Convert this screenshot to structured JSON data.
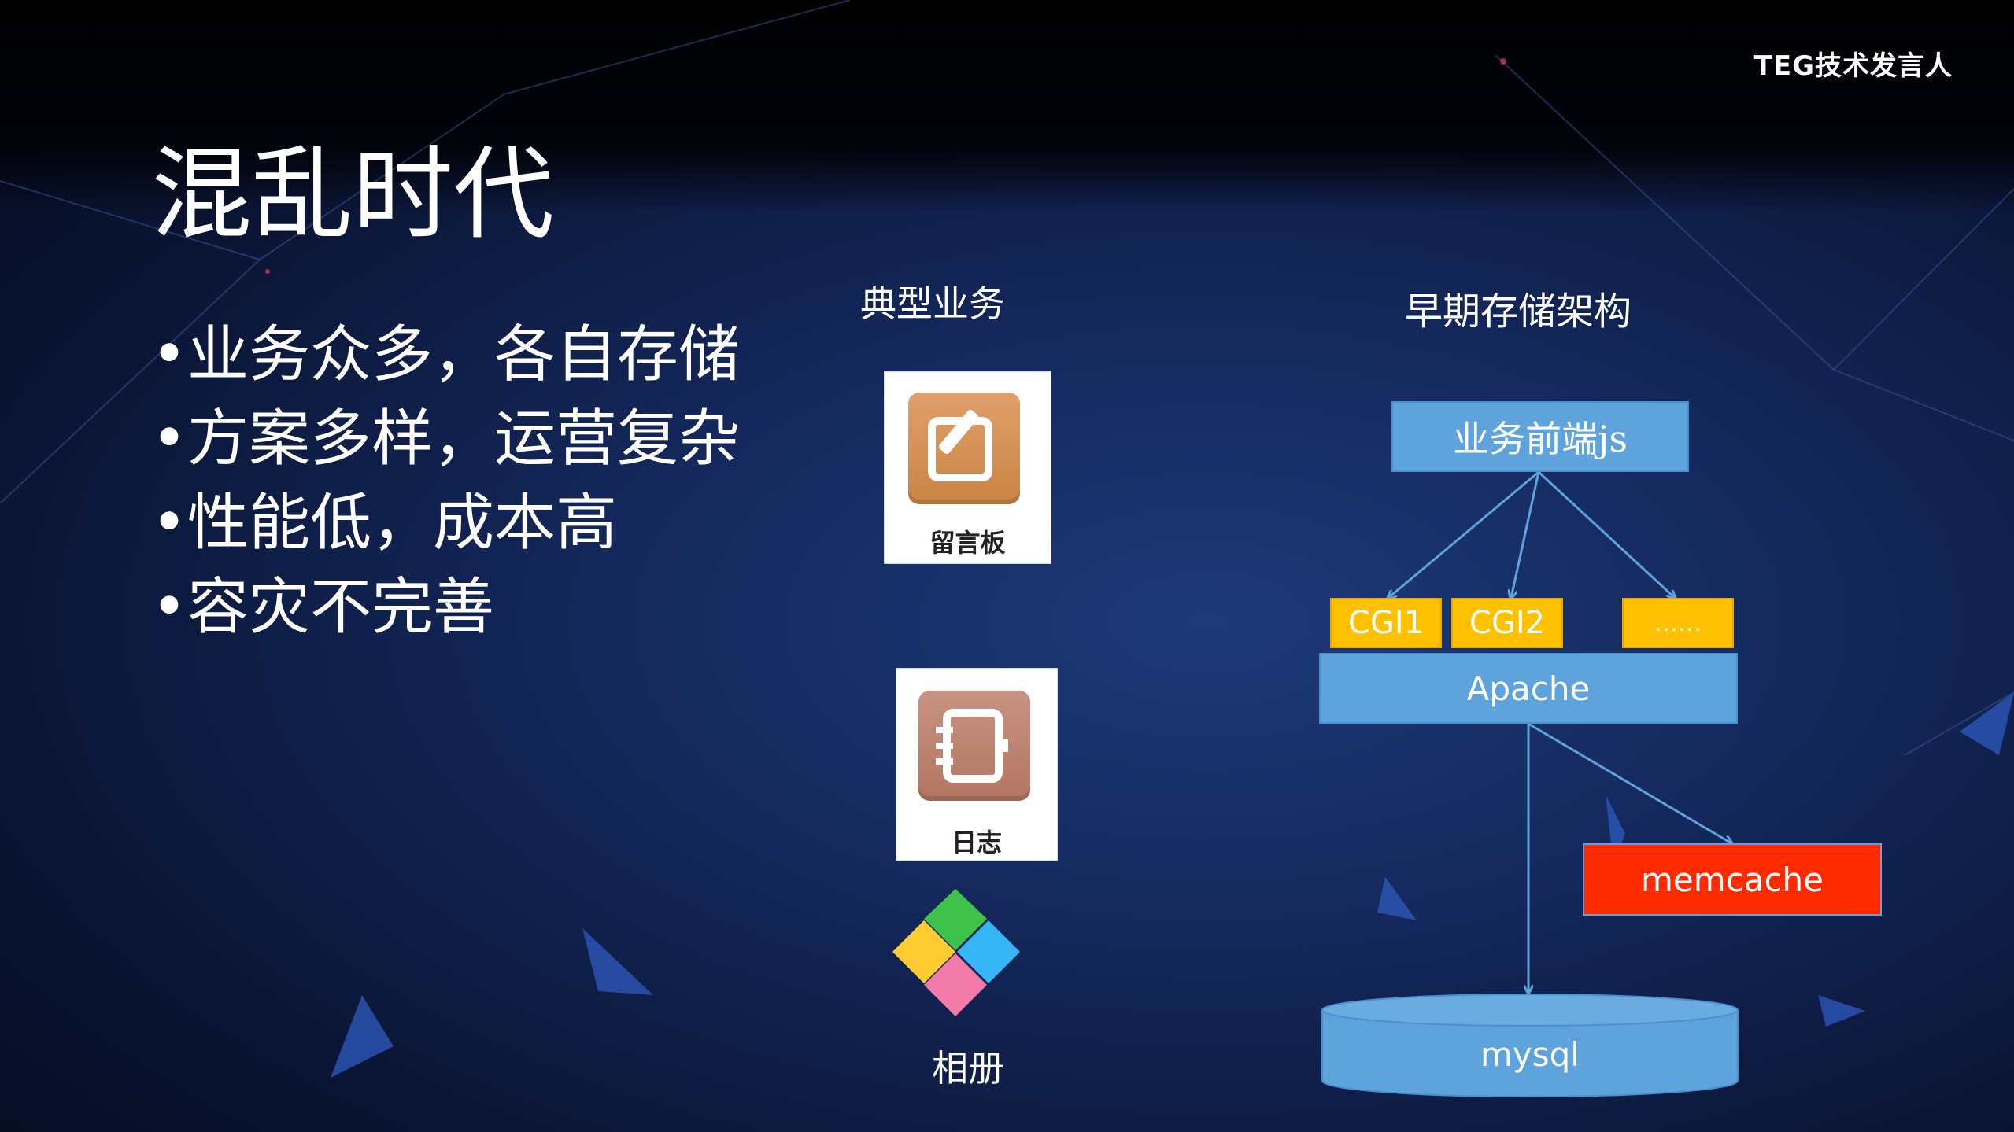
{
  "brand": "TEG技术发言人",
  "title": "混乱时代",
  "bullets": [
    "业务众多，各自存储",
    "方案多样，运营复杂",
    "性能低，成本高",
    "容灾不完善"
  ],
  "business": {
    "heading": "典型业务",
    "items": [
      {
        "label": "留言板",
        "icon": "edit-icon"
      },
      {
        "label": "日志",
        "icon": "notebook-icon"
      },
      {
        "label": "相册",
        "icon": "album-icon"
      }
    ]
  },
  "architecture": {
    "heading": "早期存储架构",
    "frontend": "业务前端js",
    "cgi": [
      "CGI1",
      "CGI2",
      "……"
    ],
    "server": "Apache",
    "cache": "memcache",
    "database": "mysql"
  },
  "colors": {
    "box_blue": "#5ea3dc",
    "cgi_yellow": "#ffc000",
    "cache_red": "#ff2a00",
    "arrow": "#5ea3dc"
  }
}
